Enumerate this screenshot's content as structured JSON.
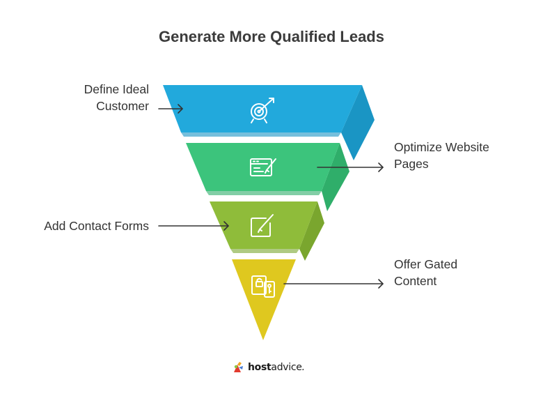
{
  "title": "Generate More Qualified Leads",
  "stages": [
    {
      "label_lines": [
        "Define Ideal",
        "Customer"
      ],
      "color": "#22a9dc",
      "side_color": "#1a95c4",
      "icon": "target-icon"
    },
    {
      "label_lines": [
        "Optimize Website",
        "Pages"
      ],
      "color": "#3cc47c",
      "side_color": "#2fae6a",
      "icon": "webpage-edit-icon"
    },
    {
      "label_lines": [
        "Add Contact Forms"
      ],
      "color": "#8fbc3a",
      "side_color": "#7aa62e",
      "icon": "edit-form-icon"
    },
    {
      "label_lines": [
        "Offer Gated",
        "Content"
      ],
      "color": "#dfc81f",
      "side_color": "#c9b317",
      "icon": "locked-content-icon"
    }
  ],
  "brand": {
    "bold": "host",
    "rest": "advice",
    "suffix": ".",
    "icon": "hostadvice-logo-icon"
  }
}
